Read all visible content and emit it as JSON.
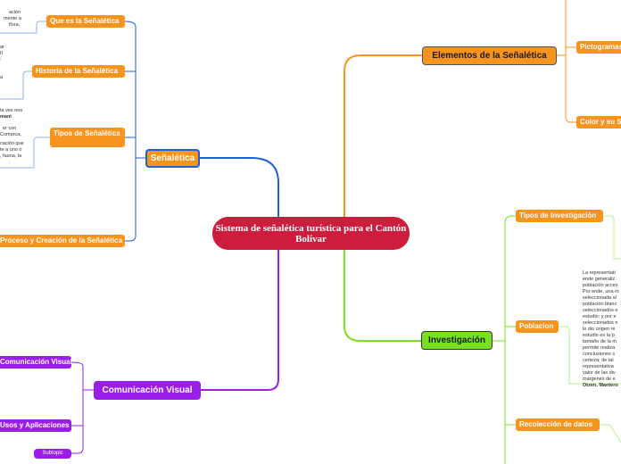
{
  "central": {
    "title": "Sistema de señalética turística para el Cantón Bolívar"
  },
  "colors": {
    "central": "#cc1e3c",
    "orange": "#f7941d",
    "purple": "#9b1de8",
    "green": "#76e021",
    "blue": "#1f5fd8",
    "light_blue": "#8fb3e8",
    "dark_blue": "#1e3f9e"
  },
  "branches": {
    "senaletica": {
      "label": "Señalética",
      "subtopics": [
        "Que es la Señalética",
        "Historia de la Señalética",
        "Tipos de Señalética",
        "Proceso y Creación de la Señalética"
      ]
    },
    "elementos": {
      "label": "Elementos de la Señalética",
      "subtopics": [
        "Pictogramas",
        "Color y su S"
      ]
    },
    "investigacion": {
      "label": "Investigación",
      "subtopics": [
        "Tipos de Investigación",
        "Poblacion",
        "Recolección de datos"
      ]
    },
    "comunicacion": {
      "label": "Comunicación Visual",
      "subtopics": [
        "Comunicación Visual",
        "Usos y Aplicaciones",
        "Subtopic"
      ]
    }
  },
  "notes": {
    "que_es": [
      "ación",
      "mente a",
      "flora,"
    ],
    "historia_a": [
      "ar",
      "II",
      ":"
    ],
    "historia_b": [
      "a"
    ],
    "tipos_a": [
      "ta ves nos"
    ],
    "tipos_b": [
      "mani"
    ],
    "tipos_c": [
      "er con",
      "Comarca,"
    ],
    "tipos_d": [
      "cación que",
      "te a uno o",
      ", fauna, la",
      "."
    ],
    "poblacion": [
      "La representati",
      "ende generaliz",
      "población acces",
      "Por ende, una m",
      "seleccionada al",
      "población blanc",
      "seleccionados e",
      "estudio; y por e",
      "seleccionados n",
      "le dio origen re",
      "estudio en la p",
      "tamaño de la m",
      "permite realiza",
      "conclusiones s",
      "certeza; de tal",
      "representativa",
      "valor de las div",
      "márgenes de e"
    ],
    "poblacion_author": "Otzen, Mantero"
  }
}
